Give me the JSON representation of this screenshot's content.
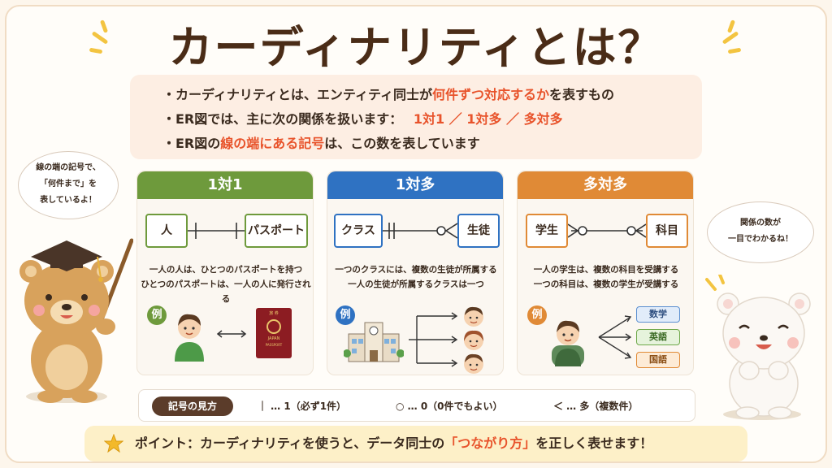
{
  "title": "カーディナリティとは？",
  "intro": {
    "line1": {
      "a": "・カーディナリティとは、エンティティ同士が",
      "b": "何件ずつ対応するか",
      "c": "を表すもの"
    },
    "line2": {
      "a": "・ER図では、主に次の関係を扱います：",
      "b": "1対1 ／ 1対多 ／ 多対多"
    },
    "line3": {
      "a": "・ER図の",
      "b": "線の端にある記号",
      "c": "は、この数を表しています"
    }
  },
  "colors": {
    "one_to_one": "#6e9a3c",
    "one_to_many": "#2f72c2",
    "many_to_many": "#e08a36",
    "highlight": "#e8532b"
  },
  "panels": [
    {
      "header": "1対1",
      "entity_left": "人",
      "entity_right": "パスポート",
      "desc1": "一人の人は、ひとつのパスポートを持つ",
      "desc2": "ひとつのパスポートは、一人の人に発行される",
      "example_label": "例",
      "passport": {
        "top": "旅 券",
        "japan": "JAPAN",
        "passport": "PASSPORT"
      }
    },
    {
      "header": "1対多",
      "entity_left": "クラス",
      "entity_right": "生徒",
      "desc1": "一つのクラスには、複数の生徒が所属する",
      "desc2": "一人の生徒が所属するクラスは一つ",
      "example_label": "例"
    },
    {
      "header": "多対多",
      "entity_left": "学生",
      "entity_right": "科目",
      "desc1": "一人の学生は、複数の科目を受講する",
      "desc2": "一つの科目は、複数の学生が受講する",
      "example_label": "例",
      "subjects": [
        "数学",
        "英語",
        "国語"
      ]
    }
  ],
  "legend": {
    "title": "記号の見方",
    "one": "｜ … 1（必ず1件）",
    "zero": "○ … 0（0件でもよい）",
    "many": "＜ … 多（複数件）"
  },
  "point": {
    "a": "ポイント：カーディナリティを使うと、データ同士の",
    "b": "「つながり方」",
    "c": "を正しく表せます！"
  },
  "bubble_left": {
    "l1": "線の端の記号で、",
    "l2": "「何件まで」を",
    "l3": "表しているよ！"
  },
  "bubble_right": {
    "l1": "関係の数が",
    "l2": "一目でわかるね！"
  }
}
